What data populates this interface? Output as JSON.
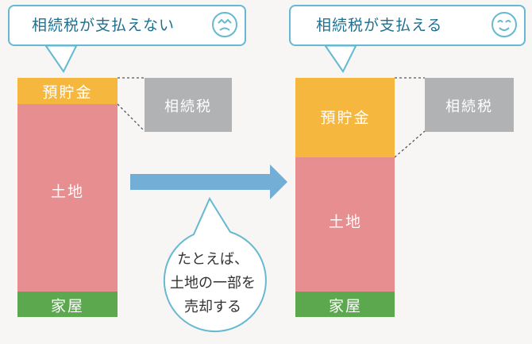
{
  "left": {
    "bubble_text": "相続税が支払えない",
    "segments": {
      "savings": "預貯金",
      "land": "土地",
      "house": "家屋"
    },
    "tax_label": "相続税",
    "face": "frown-face"
  },
  "right": {
    "bubble_text": "相続税が支払える",
    "segments": {
      "savings": "預貯金",
      "land": "土地",
      "house": "家屋"
    },
    "tax_label": "相続税",
    "face": "smile-face"
  },
  "example": {
    "line1": "たとえば、",
    "line2": "土地の一部を",
    "line3": "売却する"
  },
  "colors": {
    "savings": "#f6b73f",
    "land": "#e68e90",
    "house": "#5ba84f",
    "tax": "#b0b2b4",
    "arrow": "#72aed6",
    "accent": "#66b9d0"
  }
}
